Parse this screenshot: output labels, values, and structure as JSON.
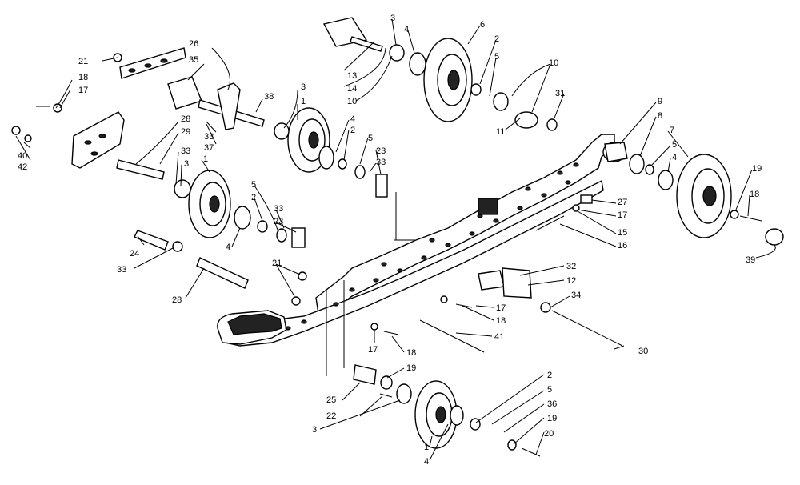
{
  "diagram": {
    "callouts": [
      {
        "id": "c1",
        "text": "21"
      },
      {
        "id": "c2",
        "text": "18"
      },
      {
        "id": "c3",
        "text": "17"
      },
      {
        "id": "c4",
        "text": "40"
      },
      {
        "id": "c5",
        "text": "42"
      },
      {
        "id": "c6",
        "text": "26"
      },
      {
        "id": "c7",
        "text": "35"
      },
      {
        "id": "c8",
        "text": "33"
      },
      {
        "id": "c9",
        "text": "37"
      },
      {
        "id": "c10",
        "text": "38"
      },
      {
        "id": "c11",
        "text": "3"
      },
      {
        "id": "c12",
        "text": "1"
      },
      {
        "id": "c13",
        "text": "28"
      },
      {
        "id": "c14",
        "text": "29"
      },
      {
        "id": "c15",
        "text": "33"
      },
      {
        "id": "c16",
        "text": "3"
      },
      {
        "id": "c17",
        "text": "1"
      },
      {
        "id": "c18",
        "text": "13"
      },
      {
        "id": "c19",
        "text": "14"
      },
      {
        "id": "c20",
        "text": "10"
      },
      {
        "id": "c21",
        "text": "3"
      },
      {
        "id": "c22",
        "text": "4"
      },
      {
        "id": "c23",
        "text": "6"
      },
      {
        "id": "c24",
        "text": "2"
      },
      {
        "id": "c25",
        "text": "5"
      },
      {
        "id": "c26",
        "text": "10"
      },
      {
        "id": "c27",
        "text": "31"
      },
      {
        "id": "c28",
        "text": "11"
      },
      {
        "id": "c29",
        "text": "4"
      },
      {
        "id": "c30",
        "text": "2"
      },
      {
        "id": "c31",
        "text": "5"
      },
      {
        "id": "c32",
        "text": "23"
      },
      {
        "id": "c33",
        "text": "33"
      },
      {
        "id": "c34",
        "text": "9"
      },
      {
        "id": "c35",
        "text": "8"
      },
      {
        "id": "c36",
        "text": "7"
      },
      {
        "id": "c37",
        "text": "5"
      },
      {
        "id": "c38",
        "text": "4"
      },
      {
        "id": "c39",
        "text": "19"
      },
      {
        "id": "c40",
        "text": "18"
      },
      {
        "id": "c41",
        "text": "39"
      },
      {
        "id": "c42",
        "text": "27"
      },
      {
        "id": "c43",
        "text": "17"
      },
      {
        "id": "c44",
        "text": "15"
      },
      {
        "id": "c45",
        "text": "16"
      },
      {
        "id": "c46",
        "text": "5"
      },
      {
        "id": "c47",
        "text": "2"
      },
      {
        "id": "c48",
        "text": "33"
      },
      {
        "id": "c49",
        "text": "23"
      },
      {
        "id": "c50",
        "text": "4"
      },
      {
        "id": "c51",
        "text": "24"
      },
      {
        "id": "c52",
        "text": "33"
      },
      {
        "id": "c53",
        "text": "28"
      },
      {
        "id": "c54",
        "text": "21"
      },
      {
        "id": "c55",
        "text": "32"
      },
      {
        "id": "c56",
        "text": "12"
      },
      {
        "id": "c57",
        "text": "34"
      },
      {
        "id": "c58",
        "text": "17"
      },
      {
        "id": "c59",
        "text": "18"
      },
      {
        "id": "c60",
        "text": "41"
      },
      {
        "id": "c61",
        "text": "30"
      },
      {
        "id": "c62",
        "text": "17"
      },
      {
        "id": "c63",
        "text": "18"
      },
      {
        "id": "c64",
        "text": "19"
      },
      {
        "id": "c65",
        "text": "25"
      },
      {
        "id": "c66",
        "text": "22"
      },
      {
        "id": "c67",
        "text": "3"
      },
      {
        "id": "c68",
        "text": "1"
      },
      {
        "id": "c69",
        "text": "4"
      },
      {
        "id": "c70",
        "text": "2"
      },
      {
        "id": "c71",
        "text": "5"
      },
      {
        "id": "c72",
        "text": "36"
      },
      {
        "id": "c73",
        "text": "19"
      },
      {
        "id": "c74",
        "text": "20"
      }
    ]
  }
}
